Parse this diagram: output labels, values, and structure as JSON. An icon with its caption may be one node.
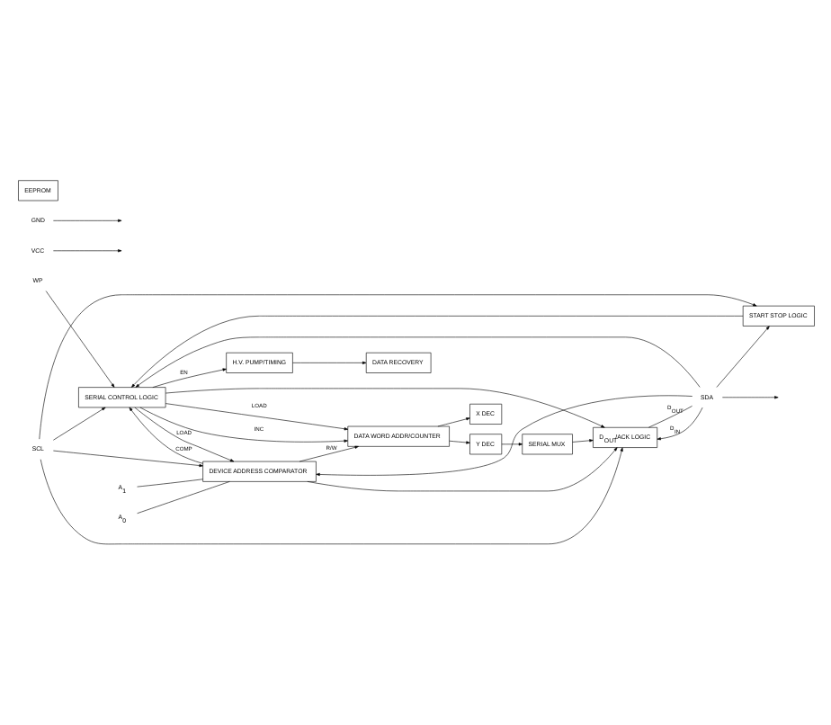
{
  "diagram": {
    "nodes": [
      {
        "text": [
          "WP"
        ]
      },
      {
        "text": [
          "VCC"
        ]
      },
      {
        "text": [
          "GND"
        ]
      },
      {
        "text": [
          "SCL"
        ]
      },
      {
        "text": [
          "SDA"
        ]
      },
      {
        "text": [
          "A$_{1}$"
        ]
      },
      {
        "text": [
          "A$_{0}$"
        ]
      },
      {
        "text": [
          "START STOP LOGIC"
        ]
      },
      {
        "text": [
          "SERIAL CONTROL LOGIC"
        ]
      },
      {
        "text": [
          "DEVICE ADDRESS COMPARATOR"
        ]
      },
      {
        "text": [
          "H.V. PUMP/TIMING"
        ]
      },
      {
        "text": [
          "DATA WORD ADDR/COUNTER"
        ]
      },
      {
        "text": [
          "DATA RECOVERY"
        ]
      },
      {
        "text": [
          "X DEC"
        ]
      },
      {
        "text": [
          "EEPROM"
        ]
      },
      {
        "text": [
          "Y DEC"
        ]
      },
      {
        "text": [
          "SERIAL MUX"
        ]
      },
      {
        "text": [
          "D$_{OUT}$/ACK LOGIC"
        ]
      }
    ],
    "edges": [
      {
        "from": 0,
        "to": 8,
        "arrow": "to"
      },
      {
        "from": 1,
        "to": null,
        "arrow": "to"
      },
      {
        "from": 2,
        "to": null,
        "arrow": "to"
      },
      {
        "from": 3,
        "to": 7,
        "arrow": "to"
      },
      {
        "from": 4,
        "to": 7,
        "arrow": "to"
      },
      {
        "from": 7,
        "to": 8,
        "arrow": "to"
      },
      {
        "from": 3,
        "to": 8,
        "arrow": "to"
      },
      {
        "from": 4,
        "to": 8,
        "arrow": "to"
      },
      {
        "from": 4,
        "to": 9,
        "arrow": "to"
      },
      {
        "from": 3,
        "to": 9,
        "arrow": "to"
      },
      {
        "from": 8,
        "to": 9,
        "label": "LOAD",
        "arrow": "to"
      },
      {
        "from": 9,
        "to": 8,
        "label": "COMP",
        "arrow": "to"
      },
      {
        "from": 5,
        "to": 9,
        "arrow": "none"
      },
      {
        "from": 6,
        "to": 9,
        "arrow": "none"
      },
      {
        "from": 8,
        "to": 10,
        "label": "EN",
        "arrow": "to"
      },
      {
        "from": 9,
        "to": 11,
        "label": "R/W",
        "arrow": "to"
      },
      {
        "from": 8,
        "to": 11,
        "label": "LOAD",
        "arrow": "to"
      },
      {
        "from": 8,
        "to": 11,
        "label": "INC",
        "arrow": "to"
      },
      {
        "from": 10,
        "to": 12,
        "arrow": "to"
      },
      {
        "from": 11,
        "to": 13,
        "arrow": "to"
      },
      {
        "from": 11,
        "to": 15,
        "arrow": "to"
      },
      {
        "from": 15,
        "to": 16,
        "arrow": "to"
      },
      {
        "from": 16,
        "to": 17,
        "arrow": "to"
      },
      {
        "from": 8,
        "to": 17,
        "arrow": "to"
      },
      {
        "from": 9,
        "to": 17,
        "arrow": "to"
      },
      {
        "from": 4,
        "to": 17,
        "label": "D$_{IN}$",
        "arrow": "to"
      },
      {
        "from": 3,
        "to": 17,
        "arrow": "to"
      },
      {
        "from": 17,
        "to": 4,
        "label": "D$_{OUT}$",
        "arrow": "none"
      },
      {
        "from": 4,
        "to": null,
        "arrow": "to"
      }
    ]
  }
}
